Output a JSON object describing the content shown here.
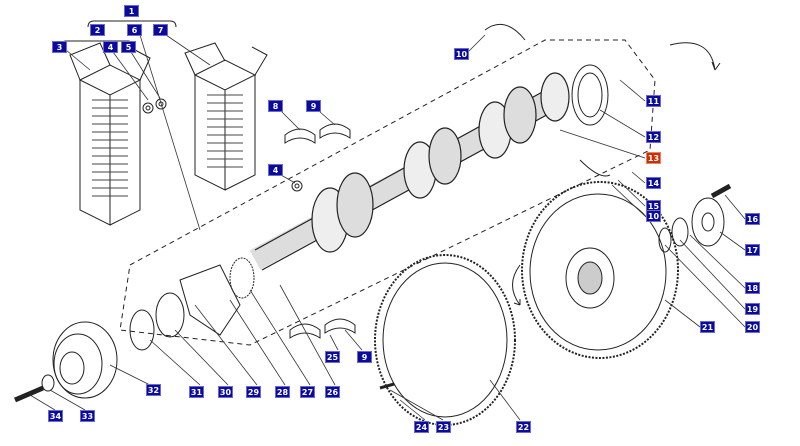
{
  "title": "Crankshaft and flywheel exploded view",
  "highlight_color": "#c8300a",
  "label_color": "#0a0a9c",
  "callouts": [
    {
      "id": "1",
      "text": "1"
    },
    {
      "id": "2",
      "text": "2"
    },
    {
      "id": "6",
      "text": "6"
    },
    {
      "id": "7",
      "text": "7"
    },
    {
      "id": "3",
      "text": "3"
    },
    {
      "id": "4",
      "text": "4"
    },
    {
      "id": "5",
      "text": "5"
    },
    {
      "id": "8",
      "text": "8"
    },
    {
      "id": "9",
      "text": "9"
    },
    {
      "id": "10",
      "text": "10"
    },
    {
      "id": "11",
      "text": "11"
    },
    {
      "id": "12",
      "text": "12"
    },
    {
      "id": "13",
      "text": "13",
      "highlighted": true
    },
    {
      "id": "14",
      "text": "14"
    },
    {
      "id": "15",
      "text": "15"
    },
    {
      "id": "10b",
      "text": "10"
    },
    {
      "id": "16",
      "text": "16"
    },
    {
      "id": "17",
      "text": "17"
    },
    {
      "id": "18",
      "text": "18"
    },
    {
      "id": "19",
      "text": "19"
    },
    {
      "id": "20",
      "text": "20"
    },
    {
      "id": "21",
      "text": "21"
    },
    {
      "id": "4b",
      "text": "4"
    },
    {
      "id": "22",
      "text": "22"
    },
    {
      "id": "23",
      "text": "23"
    },
    {
      "id": "24",
      "text": "24"
    },
    {
      "id": "25",
      "text": "25"
    },
    {
      "id": "9b",
      "text": "9"
    },
    {
      "id": "26",
      "text": "26"
    },
    {
      "id": "27",
      "text": "27"
    },
    {
      "id": "28",
      "text": "28"
    },
    {
      "id": "29",
      "text": "29"
    },
    {
      "id": "30",
      "text": "30"
    },
    {
      "id": "31",
      "text": "31"
    },
    {
      "id": "32",
      "text": "32"
    },
    {
      "id": "33",
      "text": "33"
    },
    {
      "id": "34",
      "text": "34"
    }
  ]
}
